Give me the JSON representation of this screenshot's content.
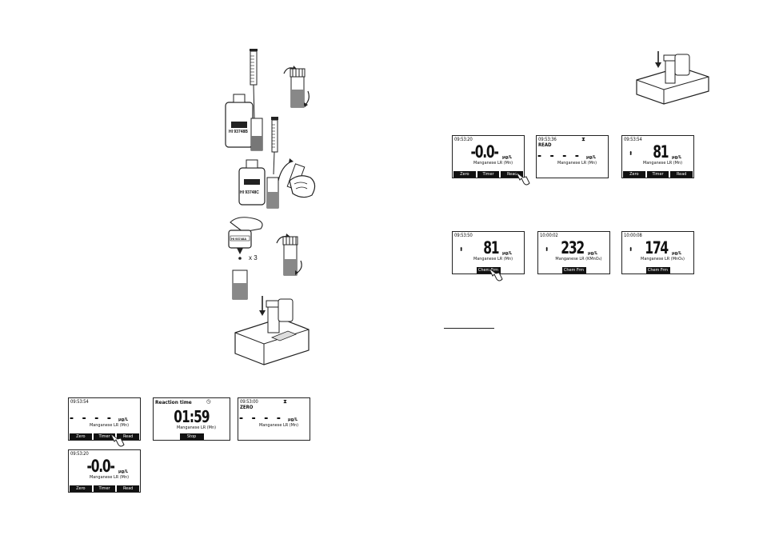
{
  "illustrations": {
    "reagent_bottle_1_label": "HI 93748B",
    "reagent_bottle_2_label": "HI 93748C",
    "dropper_bottle_label": "HI 93748A",
    "drop_count": "x 3"
  },
  "screens_left": [
    {
      "time": "09:53:54",
      "value": "- - - -",
      "unit": "µg/L",
      "param": "Manganese LR (Mn)",
      "keys": [
        "Zero",
        "Timer",
        "Read"
      ]
    },
    {
      "title": "Reaction time",
      "timer": "01:59",
      "param": "Manganese LR (Mn)",
      "keys": [
        "Stop"
      ]
    },
    {
      "time": "09:53:00",
      "status": "ZERO",
      "value": "- - - -",
      "unit": "µg/L",
      "param": "Manganese LR (Mn)"
    },
    {
      "time": "09:53:20",
      "value": "-0.0-",
      "unit": "µg/L",
      "param": "Manganese LR (Mn)",
      "keys": [
        "Zero",
        "Timer",
        "Read"
      ]
    }
  ],
  "screens_right": [
    {
      "time": "09:53:20",
      "value": "-0.0-",
      "unit": "µg/L",
      "param": "Manganese LR (Mn)",
      "keys": [
        "Zero",
        "Timer",
        "Read"
      ]
    },
    {
      "time": "09:53:36",
      "status": "READ",
      "value": "- - - -",
      "unit": "µg/L",
      "param": "Manganese LR (Mn)"
    },
    {
      "time": "09:53:54",
      "value": "81",
      "unit": "µg/L",
      "param": "Manganese LR (Mn)",
      "keys": [
        "Zero",
        "Timer",
        "Read"
      ]
    },
    {
      "time": "09:53:50",
      "value": "81",
      "unit": "µg/L",
      "param": "Manganese LR (Mn)",
      "keys": [
        "Chem Frm"
      ]
    },
    {
      "time": "10:00:02",
      "value": "232",
      "unit": "µg/L",
      "param": "Manganese LR (KMnO₄)",
      "keys": [
        "Chem Frm"
      ]
    },
    {
      "time": "10:00:08",
      "value": "174",
      "unit": "µg/L",
      "param": "Manganese LR (MnO₄)",
      "keys": [
        "Chem Frm"
      ]
    }
  ]
}
